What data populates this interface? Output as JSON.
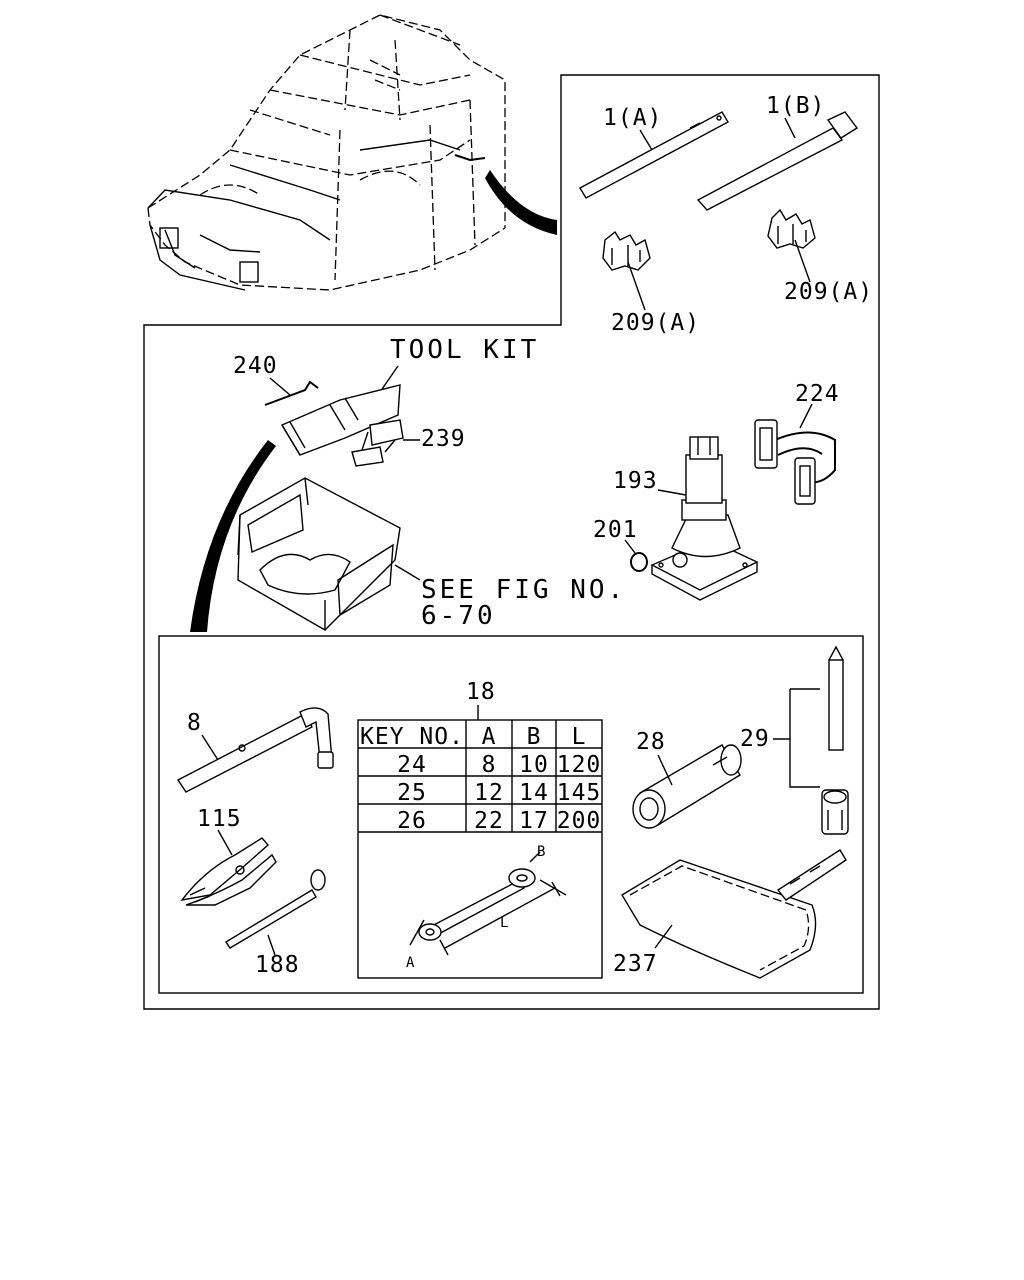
{
  "callouts": {
    "c1a": "1(A)",
    "c1b": "1(B)",
    "c209a_left": "209(A)",
    "c209a_right": "209(A)",
    "c240": "240",
    "c239": "239",
    "c224": "224",
    "c193": "193",
    "c201": "201",
    "c18": "18",
    "c8": "8",
    "c115": "115",
    "c188": "188",
    "c28": "28",
    "c29": "29",
    "c237": "237"
  },
  "tool_kit_label": "TOOL KIT",
  "see_fig": {
    "line1": "SEE FIG NO.",
    "line2": "6-70"
  },
  "wrench_dims": {
    "a": "A",
    "b": "B",
    "l": "L"
  },
  "key_table": {
    "headers": [
      "KEY NO.",
      "A",
      "B",
      "L"
    ],
    "rows": [
      [
        "24",
        "8",
        "10",
        "120"
      ],
      [
        "25",
        "12",
        "14",
        "145"
      ],
      [
        "26",
        "22",
        "17",
        "200"
      ]
    ]
  }
}
